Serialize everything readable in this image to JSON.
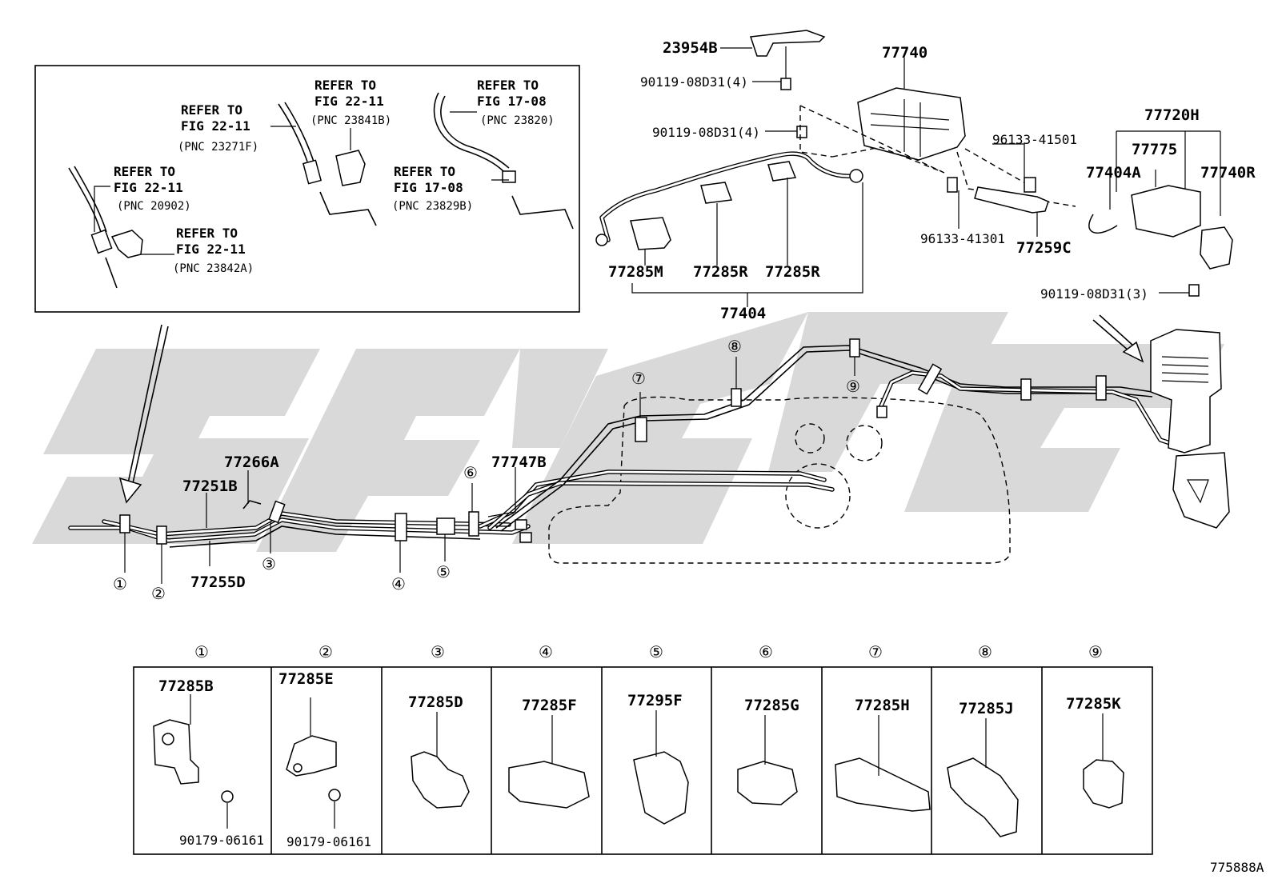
{
  "diagram_code": "775888A",
  "inset": {
    "refs": [
      {
        "line1": "REFER TO",
        "line2": "FIG 22-11",
        "pnc": "(PNC 23271F)"
      },
      {
        "line1": "REFER TO",
        "line2": "FIG 22-11",
        "pnc": "(PNC 23841B)"
      },
      {
        "line1": "REFER TO",
        "line2": "FIG 17-08",
        "pnc": "(PNC 23820)"
      },
      {
        "line1": "REFER TO",
        "line2": "FIG 22-11",
        "pnc": "(PNC 20902)"
      },
      {
        "line1": "REFER TO",
        "line2": "FIG 17-08",
        "pnc": "(PNC 23829B)"
      },
      {
        "line1": "REFER TO",
        "line2": "FIG 22-11",
        "pnc": "(PNC 23842A)"
      }
    ]
  },
  "upper_parts": {
    "p23954B": "23954B",
    "bolt_top": "90119-08D31(4)",
    "p77740": "77740",
    "bolt_mid": "90119-08D31(4)",
    "p96133_41501": "96133-41501",
    "p96133_41301": "96133-41301",
    "p77259C": "77259C",
    "p77720H": "77720H",
    "p77775": "77775",
    "p77404A": "77404A",
    "p77740R": "77740R",
    "p77285M": "77285M",
    "p77285R_1": "77285R",
    "p77285R_2": "77285R",
    "p77404": "77404",
    "bolt_right": "90119-08D31(3)"
  },
  "main_parts": {
    "p77266A": "77266A",
    "p77251B": "77251B",
    "p77255D": "77255D",
    "p77747B": "77747B"
  },
  "callouts": [
    "①",
    "②",
    "③",
    "④",
    "⑤",
    "⑥",
    "⑦",
    "⑧",
    "⑨"
  ],
  "clamp_table": [
    {
      "num": "①",
      "part": "77285B",
      "extra": "90179-06161"
    },
    {
      "num": "②",
      "part": "77285E",
      "extra": "90179-06161"
    },
    {
      "num": "③",
      "part": "77285D",
      "extra": ""
    },
    {
      "num": "④",
      "part": "77285F",
      "extra": ""
    },
    {
      "num": "⑤",
      "part": "77295F",
      "extra": ""
    },
    {
      "num": "⑥",
      "part": "77285G",
      "extra": ""
    },
    {
      "num": "⑦",
      "part": "77285H",
      "extra": ""
    },
    {
      "num": "⑧",
      "part": "77285J",
      "extra": ""
    },
    {
      "num": "⑨",
      "part": "77285K",
      "extra": ""
    }
  ],
  "colors": {
    "line": "#000000",
    "watermark": "#d9d9d9",
    "background": "#ffffff"
  },
  "icons": [
    "watermark-logo",
    "arrow-pointer-icon"
  ]
}
